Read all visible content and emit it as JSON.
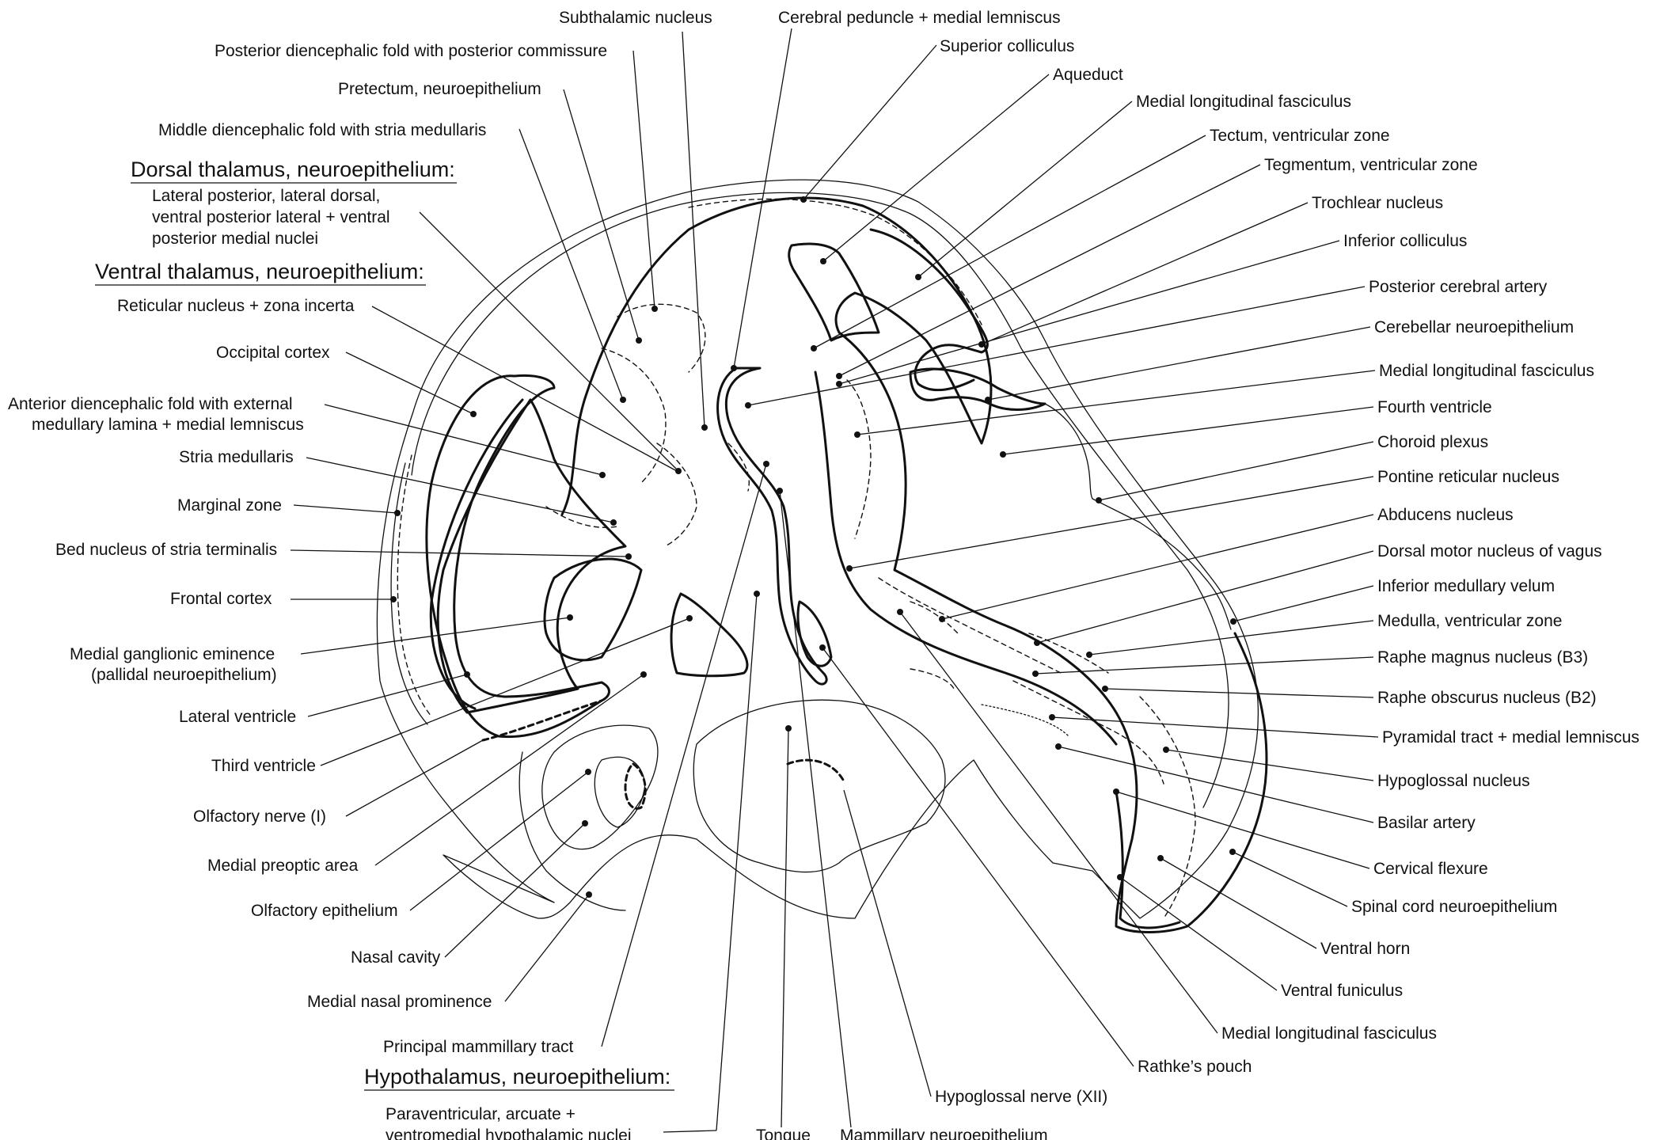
{
  "headers": [
    {
      "id": "dorsal",
      "text": "Dorsal thalamus, neuroepithelium:"
    },
    {
      "id": "ventral",
      "text": "Ventral thalamus, neuroepithelium:"
    },
    {
      "id": "hypo",
      "text": "Hypothalamus, neuroepithelium:"
    }
  ],
  "labels": [
    {
      "id": "subthalamic",
      "text": "Subthalamic nucleus"
    },
    {
      "id": "peduncle",
      "text": "Cerebral peduncle + medial lemniscus"
    },
    {
      "id": "post-dien",
      "text": "Posterior diencephalic fold with posterior commissure"
    },
    {
      "id": "sup-coll",
      "text": "Superior colliculus"
    },
    {
      "id": "aqueduct",
      "text": "Aqueduct"
    },
    {
      "id": "pretectum",
      "text": "Pretectum, neuroepithelium"
    },
    {
      "id": "mlf-1",
      "text": "Medial longitudinal fasciculus"
    },
    {
      "id": "mid-dien",
      "text": "Middle diencephalic fold with stria medullaris"
    },
    {
      "id": "tectum",
      "text": "Tectum, ventricular zone"
    },
    {
      "id": "tegmentum",
      "text": "Tegmentum, ventricular zone"
    },
    {
      "id": "dorsal-sub-1",
      "text": "Lateral posterior, lateral dorsal,"
    },
    {
      "id": "dorsal-sub-2",
      "text": "ventral posterior lateral + ventral"
    },
    {
      "id": "dorsal-sub-3",
      "text": "posterior medial nuclei"
    },
    {
      "id": "trochlear",
      "text": "Trochlear nucleus"
    },
    {
      "id": "inf-coll",
      "text": "Inferior colliculus"
    },
    {
      "id": "ventral-sub",
      "text": "Reticular nucleus + zona incerta"
    },
    {
      "id": "post-cer-art",
      "text": "Posterior cerebral artery"
    },
    {
      "id": "occipital",
      "text": "Occipital cortex"
    },
    {
      "id": "cerebellar",
      "text": "Cerebellar neuroepithelium"
    },
    {
      "id": "mlf-2",
      "text": "Medial longitudinal fasciculus"
    },
    {
      "id": "ant-dien-1",
      "text": "Anterior diencephalic fold with external"
    },
    {
      "id": "ant-dien-2",
      "text": "medullary lamina + medial lemniscus"
    },
    {
      "id": "fourth-vent",
      "text": "Fourth ventricle"
    },
    {
      "id": "stria-med",
      "text": "Stria medullaris"
    },
    {
      "id": "choroid",
      "text": "Choroid plexus"
    },
    {
      "id": "pontine",
      "text": "Pontine reticular nucleus"
    },
    {
      "id": "marginal",
      "text": "Marginal zone"
    },
    {
      "id": "abducens",
      "text": "Abducens nucleus"
    },
    {
      "id": "bed-nucleus",
      "text": "Bed nucleus of stria terminalis"
    },
    {
      "id": "dorsal-motor",
      "text": "Dorsal motor nucleus of vagus"
    },
    {
      "id": "inf-med-vel",
      "text": "Inferior medullary velum"
    },
    {
      "id": "frontal",
      "text": "Frontal cortex"
    },
    {
      "id": "medulla-vz",
      "text": "Medulla, ventricular zone"
    },
    {
      "id": "mge-1",
      "text": "Medial ganglionic eminence"
    },
    {
      "id": "mge-2",
      "text": "(pallidal neuroepithelium)"
    },
    {
      "id": "raphe-mag",
      "text": "Raphe magnus nucleus (B3)"
    },
    {
      "id": "raphe-obs",
      "text": "Raphe obscurus nucleus (B2)"
    },
    {
      "id": "lat-vent",
      "text": "Lateral ventricle"
    },
    {
      "id": "pyramidal",
      "text": "Pyramidal tract + medial lemniscus"
    },
    {
      "id": "third-vent",
      "text": "Third ventricle"
    },
    {
      "id": "hypoglossal-n",
      "text": "Hypoglossal nucleus"
    },
    {
      "id": "olf-nerve",
      "text": "Olfactory nerve (I)"
    },
    {
      "id": "basilar",
      "text": "Basilar artery"
    },
    {
      "id": "med-preoptic",
      "text": "Medial preoptic area"
    },
    {
      "id": "cerv-flex",
      "text": "Cervical flexure"
    },
    {
      "id": "olf-epith",
      "text": "Olfactory epithelium"
    },
    {
      "id": "spinal-ne",
      "text": "Spinal cord neuroepithelium"
    },
    {
      "id": "nasal-cav",
      "text": "Nasal cavity"
    },
    {
      "id": "ventral-horn",
      "text": "Ventral horn"
    },
    {
      "id": "med-nasal",
      "text": "Medial nasal prominence"
    },
    {
      "id": "ventral-fun",
      "text": "Ventral funiculus"
    },
    {
      "id": "mlf-3",
      "text": "Medial longitudinal fasciculus"
    },
    {
      "id": "princ-mam",
      "text": "Principal mammillary tract"
    },
    {
      "id": "rathke",
      "text": "Rathke’s pouch"
    },
    {
      "id": "hypo-nerve",
      "text": "Hypoglossal nerve (XII)"
    },
    {
      "id": "hypo-sub-1",
      "text": "Paraventricular, arcuate +"
    },
    {
      "id": "hypo-sub-2",
      "text": "ventromedial hypothalamic nuclei"
    },
    {
      "id": "tongue",
      "text": "Tongue"
    },
    {
      "id": "mam-ne",
      "text": "Mammillary neuroepithelium"
    }
  ]
}
